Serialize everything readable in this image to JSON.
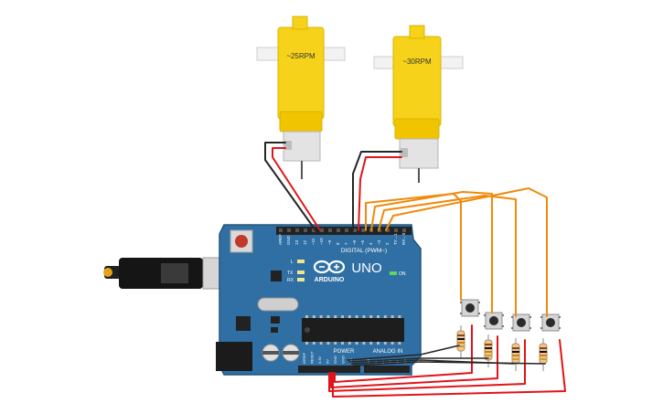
{
  "motors": [
    {
      "label": "~25RPM"
    },
    {
      "label": "~30RPM"
    }
  ],
  "board": {
    "brand": "ARDUINO",
    "model": "UNO",
    "on_label": "ON",
    "digital_header_label": "DIGITAL (PWM~)",
    "power_label": "POWER",
    "analog_label": "ANALOG IN",
    "l_label": "L",
    "tx_label": "TX",
    "rx_label": "RX",
    "top_pins": [
      "AREF",
      "GND",
      "13",
      "12",
      "~11",
      "~10",
      "~9",
      "8",
      "7",
      "~6",
      "~5",
      "4",
      "~3",
      "2",
      "TX→1",
      "RX←0"
    ],
    "power_pins": [
      "IOREF",
      "RESET",
      "3.3V",
      "5V",
      "GND",
      "GND",
      "Vin"
    ],
    "analog_pins": [
      "A0",
      "A1",
      "A2",
      "A3",
      "A4",
      "A5"
    ]
  },
  "buttons": [
    {
      "id": "button-1"
    },
    {
      "id": "button-2"
    },
    {
      "id": "button-3"
    },
    {
      "id": "button-4"
    }
  ],
  "colors": {
    "board": "#2f6fa3",
    "motor": "#f6d31a",
    "wire_red": "#e0141a",
    "wire_black": "#262626",
    "wire_orange": "#f08a0c"
  }
}
